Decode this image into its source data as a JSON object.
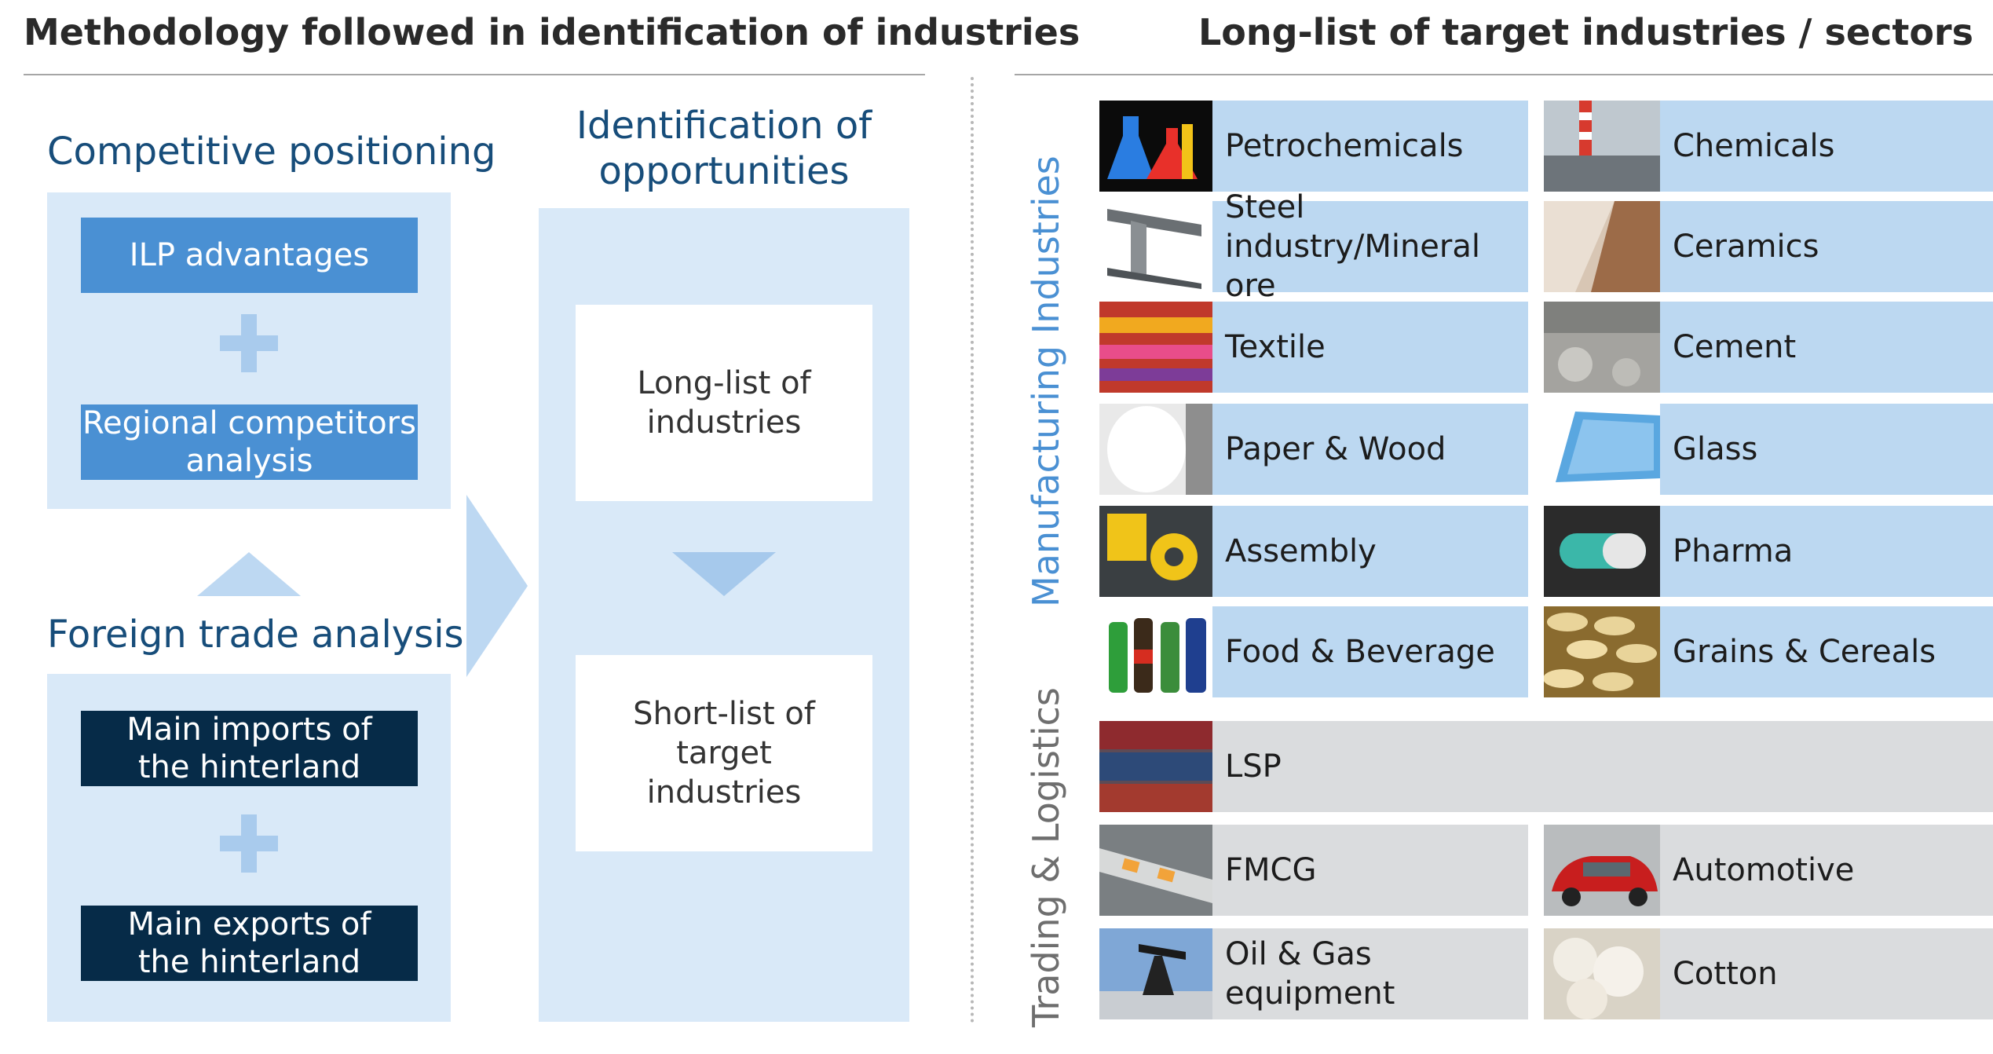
{
  "left": {
    "title": "Methodology followed in identification of industries",
    "competitive": {
      "heading": "Competitive positioning",
      "box1": "ILP advantages",
      "box2_line1": "Regional competitors",
      "box2_line2": "analysis"
    },
    "foreign": {
      "heading": "Foreign trade analysis",
      "box1_line1": "Main imports of",
      "box1_line2": "the hinterland",
      "box2_line1": "Main exports of",
      "box2_line2": "the hinterland"
    },
    "identification": {
      "heading_line1": "Identification of",
      "heading_line2": "opportunities",
      "box1_line1": "Long-list of",
      "box1_line2": "industries",
      "box2_line1": "Short-list of",
      "box2_line2": "target",
      "box2_line3": "industries"
    }
  },
  "right": {
    "title": "Long-list of target industries / sectors",
    "manufacturing_label": "Manufacturing Industries",
    "trading_label": "Trading & Logistics",
    "manufacturing": [
      {
        "left": "Petrochemicals",
        "right": "Chemicals"
      },
      {
        "left_line1": "Steel",
        "left_line2": "industry/Mineral ore",
        "right": "Ceramics"
      },
      {
        "left": "Textile",
        "right": "Cement"
      },
      {
        "left": "Paper & Wood",
        "right": "Glass"
      },
      {
        "left": "Assembly",
        "right": "Pharma"
      },
      {
        "left": "Food & Beverage",
        "right": "Grains & Cereals"
      }
    ],
    "trading": {
      "lsp": "LSP",
      "rows": [
        {
          "left": "FMCG",
          "right": "Automotive"
        },
        {
          "left": "Oil & Gas equipment",
          "right": "Cotton"
        }
      ]
    }
  },
  "colors": {
    "accent_blue": "#4a90d3",
    "navy": "#062b48",
    "panel": "#d9e9f8",
    "tile_blue": "#bcd8f1",
    "tile_gray": "#dadcde",
    "heading": "#174d7a"
  },
  "icons": [
    "plus-icon",
    "triangle-up-icon",
    "arrow-right-icon",
    "triangle-down-icon"
  ]
}
